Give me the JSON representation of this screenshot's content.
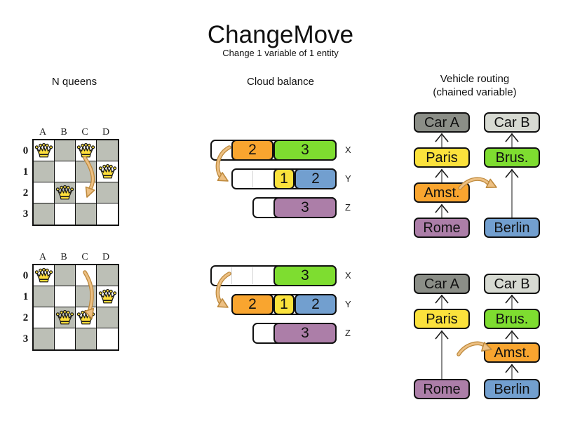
{
  "header": {
    "title": "ChangeMove",
    "subtitle": "Change 1 variable of 1 entity"
  },
  "palette": {
    "orange": "#F9A52F",
    "green": "#7EDD30",
    "yellow": "#FBE23C",
    "blue": "#729FCF",
    "purple": "#AC7EA8",
    "car_gray_dark": "#8B8E87",
    "car_gray_light": "#D7DAD2",
    "board_gray": "#BCBFB6",
    "queen_gold": "#FFDE3C",
    "arrow_tan": "#EDC083",
    "arrow_brown": "#BE8A3E",
    "connector_gray": "#8A8A8A",
    "connector_dark": "#1A1A1A"
  },
  "nqueens": {
    "title": "N queens",
    "columns": [
      "A",
      "B",
      "C",
      "D"
    ],
    "row_labels": [
      "0",
      "1",
      "2",
      "3"
    ],
    "before": {
      "queens": [
        {
          "col": 0,
          "row": 0
        },
        {
          "col": 2,
          "row": 0
        },
        {
          "col": 3,
          "row": 1
        },
        {
          "col": 1,
          "row": 2
        }
      ]
    },
    "after": {
      "queens": [
        {
          "col": 0,
          "row": 0
        },
        {
          "col": 3,
          "row": 1
        },
        {
          "col": 1,
          "row": 2
        },
        {
          "col": 2,
          "row": 2
        }
      ]
    }
  },
  "cloud": {
    "title": "Cloud balance",
    "before": [
      {
        "label": "X",
        "segments": [
          {
            "kind": "empty",
            "units": 1
          },
          {
            "kind": "process",
            "value": "2",
            "color": "orange",
            "units": 2
          },
          {
            "kind": "process",
            "value": "3",
            "color": "green",
            "units": 3
          }
        ]
      },
      {
        "label": "Y",
        "segments": [
          {
            "kind": "empty",
            "units": 2
          },
          {
            "kind": "process",
            "value": "1",
            "color": "yellow",
            "units": 1
          },
          {
            "kind": "process",
            "value": "2",
            "color": "blue",
            "units": 2
          }
        ]
      },
      {
        "label": "Z",
        "segments": [
          {
            "kind": "empty",
            "units": 1
          },
          {
            "kind": "process",
            "value": "3",
            "color": "purple",
            "units": 3
          }
        ]
      }
    ],
    "after": [
      {
        "label": "X",
        "segments": [
          {
            "kind": "empty",
            "units": 3
          },
          {
            "kind": "process",
            "value": "3",
            "color": "green",
            "units": 3
          }
        ]
      },
      {
        "label": "Y",
        "segments": [
          {
            "kind": "process",
            "value": "2",
            "color": "orange",
            "units": 2
          },
          {
            "kind": "process",
            "value": "1",
            "color": "yellow",
            "units": 1
          },
          {
            "kind": "process",
            "value": "2",
            "color": "blue",
            "units": 2
          }
        ]
      },
      {
        "label": "Z",
        "segments": [
          {
            "kind": "empty",
            "units": 1
          },
          {
            "kind": "process",
            "value": "3",
            "color": "purple",
            "units": 3
          }
        ]
      }
    ]
  },
  "vehicle": {
    "title": "Vehicle routing",
    "subtitle": "(chained variable)",
    "nodes": {
      "car_a": "Car A",
      "car_b": "Car B",
      "paris": "Paris",
      "brus": "Brus.",
      "amst": "Amst.",
      "rome": "Rome",
      "berlin": "Berlin"
    }
  }
}
